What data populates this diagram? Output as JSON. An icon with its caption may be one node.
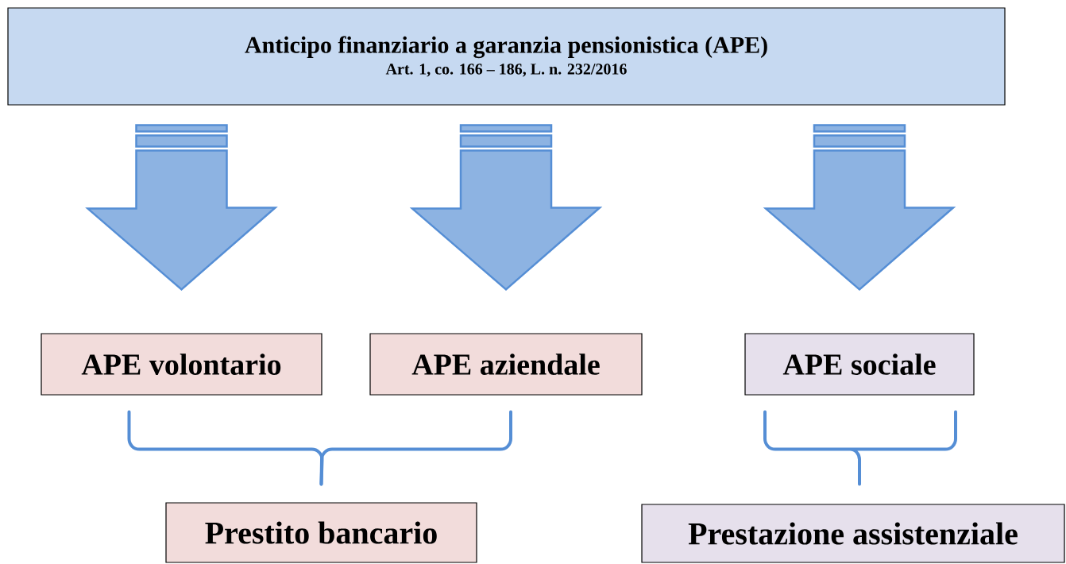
{
  "diagram": {
    "nodes": [
      {
        "text": [
          "Anticipo finanziario a garanzia pensionistica (APE)",
          "Art. 1, co. 166 – 186, L. n. 232/2016"
        ]
      },
      {
        "text": [
          "APE volontario"
        ]
      },
      {
        "text": [
          "APE aziendale"
        ]
      },
      {
        "text": [
          "APE sociale"
        ]
      },
      {
        "text": [
          "Prestito bancario"
        ]
      },
      {
        "text": [
          "Prestazione assistenziale"
        ]
      }
    ],
    "edges": [
      {
        "from": 0,
        "to": 1,
        "arrow": "to",
        "style": "thick"
      },
      {
        "from": 0,
        "to": 2,
        "arrow": "to",
        "style": "thick"
      },
      {
        "from": 0,
        "to": 3,
        "arrow": "to",
        "style": "thick"
      },
      {
        "from": 1,
        "to": 4,
        "arrow": "none"
      },
      {
        "from": 2,
        "to": 4,
        "arrow": "none"
      },
      {
        "from": 3,
        "to": 5,
        "arrow": "none"
      }
    ]
  }
}
